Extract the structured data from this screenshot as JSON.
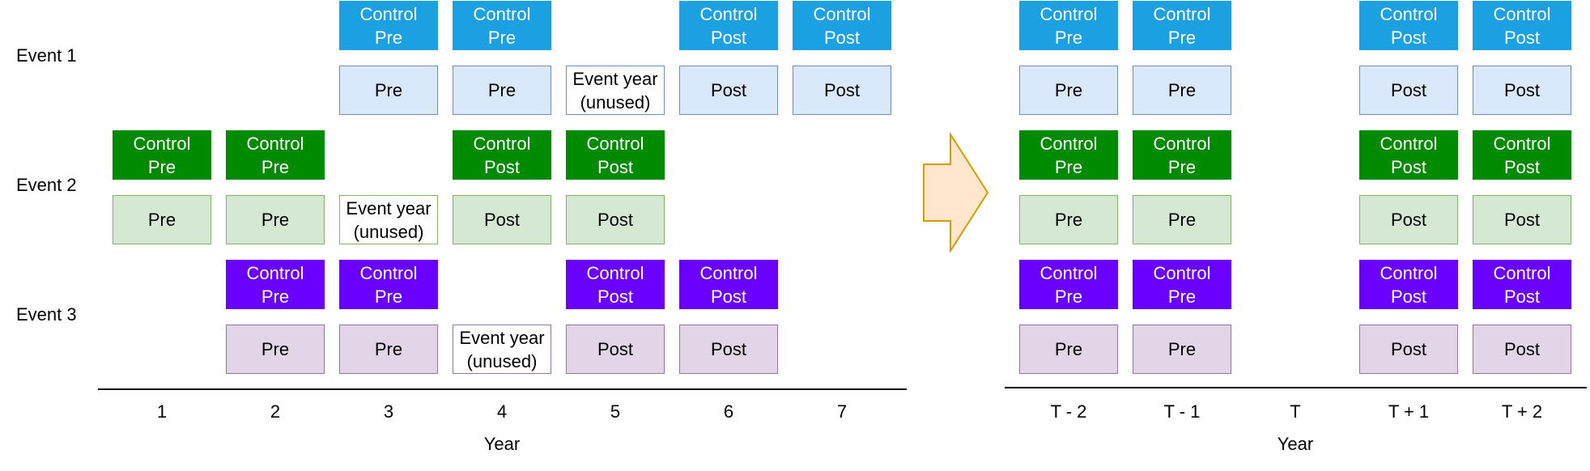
{
  "colors": {
    "control_e1": "#1ba1e2",
    "event_e1_fill": "#dae8fc",
    "event_e1_border": "#6c8ebf",
    "control_e2": "#008a00",
    "event_e2_fill": "#d5e8d4",
    "event_e2_border": "#82b366",
    "control_e3": "#6a00ff",
    "event_e3_fill": "#e1d5e7",
    "event_e3_border": "#9673a6",
    "unused_border": "#82b366",
    "arrow_fill": "#ffe6cc",
    "arrow_border": "#d79b00"
  },
  "left_panel": {
    "events": [
      {
        "label": "Event 1",
        "control_row": [
          "",
          "",
          "Control\nPre",
          "Control\nPre",
          "",
          "Control\nPost",
          "Control\nPost"
        ],
        "event_row": [
          "",
          "",
          "Pre",
          "Pre",
          "Event year\n(unused)",
          "Post",
          "Post"
        ]
      },
      {
        "label": "Event 2",
        "control_row": [
          "Control\nPre",
          "Control\nPre",
          "",
          "Control\nPost",
          "Control\nPost",
          "",
          ""
        ],
        "event_row": [
          "Pre",
          "Pre",
          "Event year\n(unused)",
          "Post",
          "Post",
          "",
          ""
        ]
      },
      {
        "label": "Event 3",
        "control_row": [
          "",
          "Control\nPre",
          "Control\nPre",
          "",
          "Control\nPost",
          "Control\nPost",
          ""
        ],
        "event_row": [
          "",
          "Pre",
          "Pre",
          "Event year\n(unused)",
          "Post",
          "Post",
          ""
        ]
      }
    ],
    "x_ticks": [
      "1",
      "2",
      "3",
      "4",
      "5",
      "6",
      "7"
    ],
    "x_label": "Year"
  },
  "right_panel": {
    "events": [
      {
        "control_row": [
          "Control\nPre",
          "Control\nPre",
          "",
          "Control\nPost",
          "Control\nPost"
        ],
        "event_row": [
          "Pre",
          "Pre",
          "",
          "Post",
          "Post"
        ]
      },
      {
        "control_row": [
          "Control\nPre",
          "Control\nPre",
          "",
          "Control\nPost",
          "Control\nPost"
        ],
        "event_row": [
          "Pre",
          "Pre",
          "",
          "Post",
          "Post"
        ]
      },
      {
        "control_row": [
          "Control\nPre",
          "Control\nPre",
          "",
          "Control\nPost",
          "Control\nPost"
        ],
        "event_row": [
          "Pre",
          "Pre",
          "",
          "Post",
          "Post"
        ]
      }
    ],
    "x_ticks": [
      "T - 2",
      "T - 1",
      "T",
      "T + 1",
      "T + 2"
    ],
    "x_label": "Year"
  }
}
